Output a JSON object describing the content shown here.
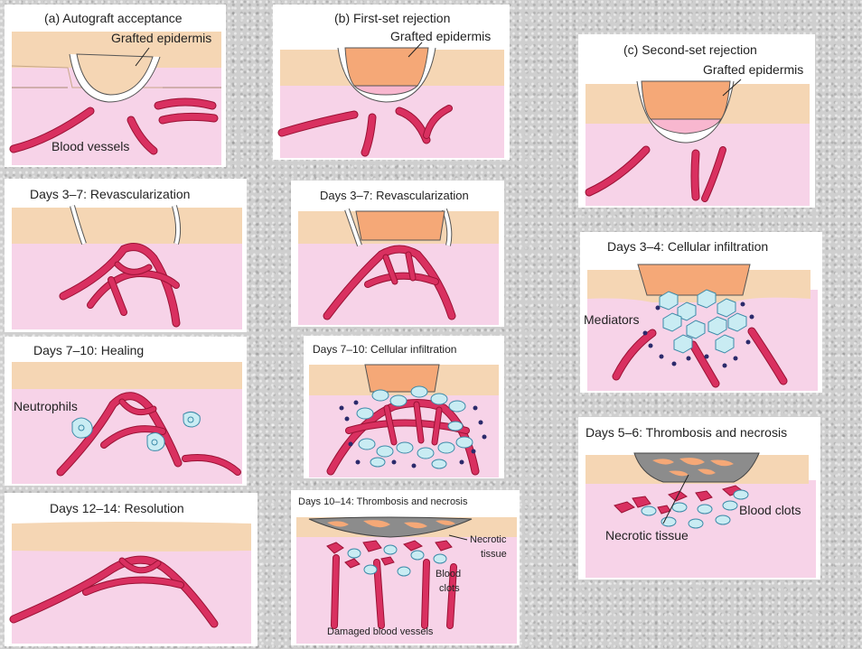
{
  "col_a": {
    "panel1": {
      "title": "(a) Autograft acceptance",
      "label_epidermis": "Grafted epidermis",
      "label_vessels": "Blood vessels"
    },
    "panel2": {
      "title": "Days 3–7: Revascularization"
    },
    "panel3": {
      "title": "Days 7–10: Healing",
      "label_neutrophils": "Neutrophils"
    },
    "panel4": {
      "title": "Days 12–14: Resolution"
    }
  },
  "col_b": {
    "panel1": {
      "title": "(b) First-set rejection",
      "label_epidermis": "Grafted epidermis"
    },
    "panel2": {
      "title": "Days 3–7: Revascularization"
    },
    "panel3": {
      "title": "Days 7–10: Cellular infiltration"
    },
    "panel4": {
      "title": "Days 10–14: Thrombosis and necrosis",
      "label_necrotic_1": "Necrotic",
      "label_necrotic_2": "tissue",
      "label_clots_1": "Blood",
      "label_clots_2": "clots",
      "label_damaged": "Damaged blood vessels"
    }
  },
  "col_c": {
    "panel1": {
      "title": "(c) Second-set rejection",
      "label_epidermis": "Grafted epidermis"
    },
    "panel2": {
      "title": "Days 3–4: Cellular infiltration",
      "label_mediators": "Mediators"
    },
    "panel3": {
      "title": "Days 5–6: Thrombosis and necrosis",
      "label_clots": "Blood clots",
      "label_necrotic": "Necrotic tissue"
    }
  },
  "colors": {
    "epidermis": "#f5d6b4",
    "dermis": "#f7d3e8",
    "graft_autograft": "#f5d6b4",
    "graft_foreign": "#f5a877",
    "graft_base": "#f8b7cf",
    "vessel": "#d93060",
    "vessel_edge": "#9a1235",
    "cell": "#c9ecf3",
    "cell_edge": "#3b8aa8",
    "mediator": "#2b2a6b",
    "necrotic_gray": "#8c8c8c"
  }
}
